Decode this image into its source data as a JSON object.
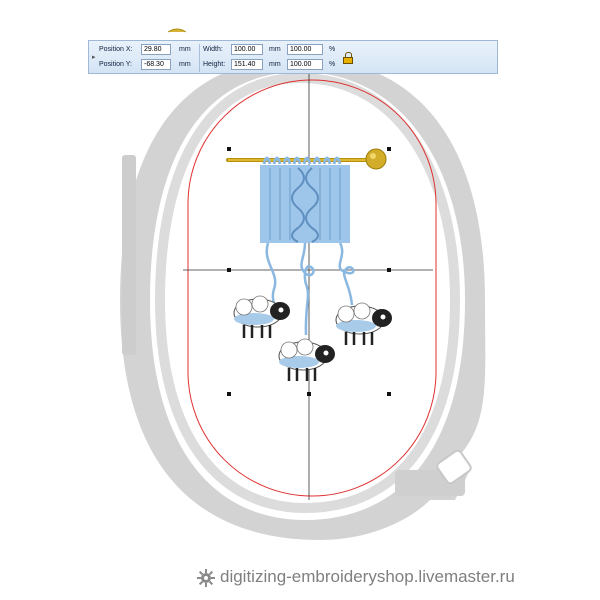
{
  "toolbar": {
    "position_x": {
      "label": "Position X:",
      "value": "29.80",
      "unit": "mm"
    },
    "position_y": {
      "label": "Position Y:",
      "value": "-68.30",
      "unit": "mm"
    },
    "width": {
      "label": "Width:",
      "value": "100.00",
      "unit": "mm",
      "percent": "100.00",
      "percent_unit": "%"
    },
    "height": {
      "label": "Height:",
      "value": "151.40",
      "unit": "mm",
      "percent": "100.00",
      "percent_unit": "%"
    },
    "lock_icon": "lock-icon"
  },
  "canvas": {
    "hoop_color": "#d2d2d2",
    "stitch_area_color": "#e03030",
    "crosshair_color": "#333333",
    "design": {
      "needle": "knitting-needle-icon",
      "knitting": "knitted-fabric-icon",
      "yarn_color": "#8ab8e0",
      "needle_color": "#c8a000",
      "sheep_count": 3
    }
  },
  "watermark": {
    "text": "digitizing-embroideryshop.livemaster.ru"
  }
}
